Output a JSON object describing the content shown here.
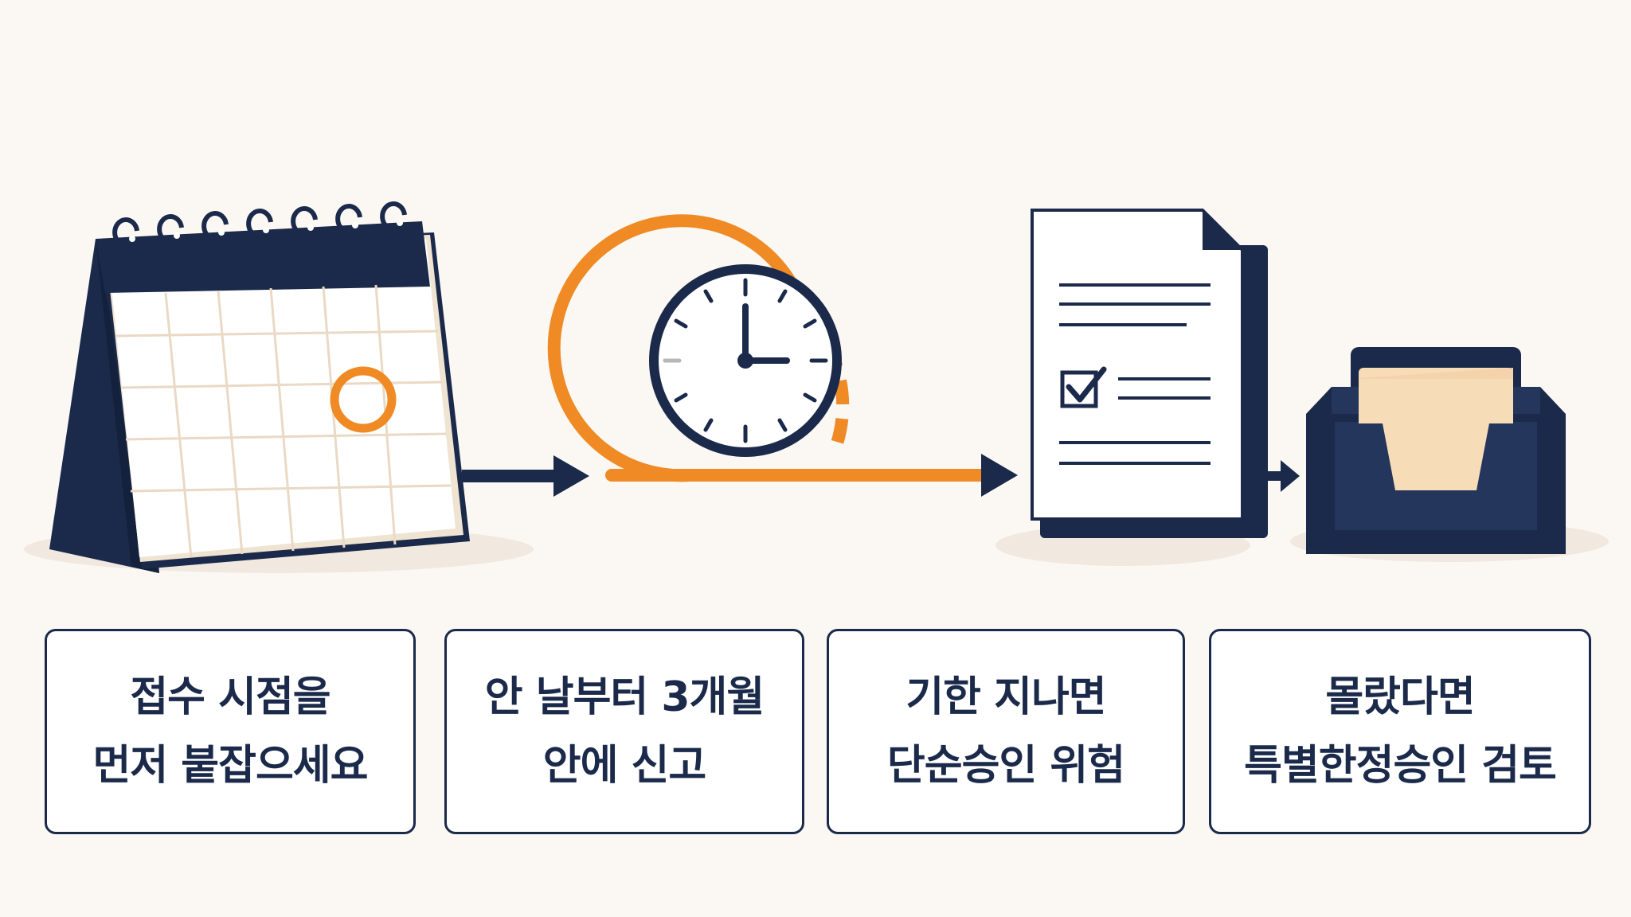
{
  "colors": {
    "navy": "#1b2a4a",
    "orange": "#ef8a24",
    "paper": "#fbf8f4",
    "cream": "#f7dcb8"
  },
  "icons": [
    "calendar-icon",
    "clock-icon",
    "document-check-icon",
    "inbox-tray-icon"
  ],
  "steps": [
    {
      "icon": "calendar-icon",
      "line1": "접수 시점을",
      "line2": "먼저 붙잡으세요"
    },
    {
      "icon": "clock-icon",
      "line1": "안 날부터 3개월",
      "line2": "안에 신고"
    },
    {
      "icon": "document-check-icon",
      "line1": "기한 지나면",
      "line2": "단순승인 위험"
    },
    {
      "icon": "inbox-tray-icon",
      "line1": "몰랐다면",
      "line2": "특별한정승인 검토"
    }
  ]
}
